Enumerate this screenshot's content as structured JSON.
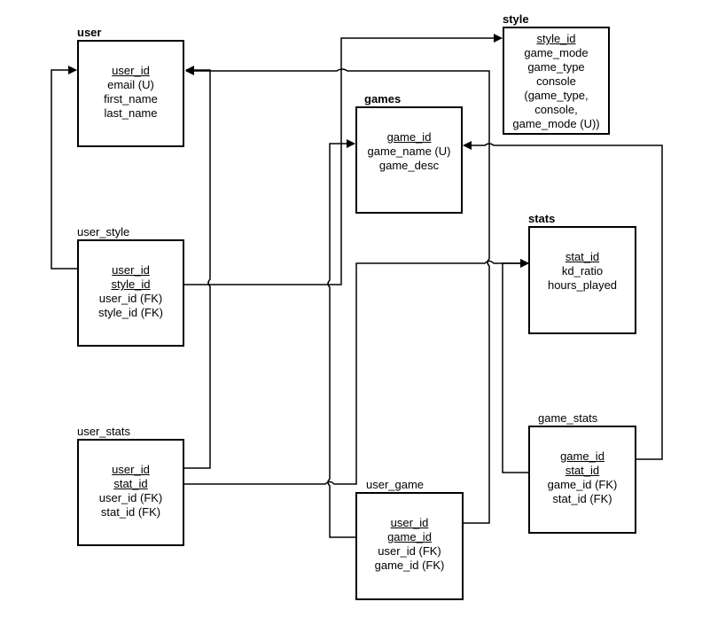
{
  "entities": {
    "user": {
      "title": "user",
      "fields": [
        "user_id",
        "email (U)",
        "first_name",
        "last_name"
      ]
    },
    "user_style": {
      "title": "user_style",
      "fields": [
        "user_id",
        "style_id",
        "user_id (FK)",
        "style_id (FK)"
      ]
    },
    "user_stats": {
      "title": "user_stats",
      "fields": [
        "user_id",
        "stat_id",
        "user_id (FK)",
        "stat_id (FK)"
      ]
    },
    "games": {
      "title": "games",
      "fields": [
        "game_id",
        "game_name (U)",
        "game_desc"
      ]
    },
    "style": {
      "title": "style",
      "fields": [
        "style_id",
        "game_mode",
        "game_type",
        "console",
        "(game_type,",
        "console,",
        "game_mode (U))"
      ]
    },
    "stats": {
      "title": "stats",
      "fields": [
        "stat_id",
        "kd_ratio",
        "hours_played"
      ]
    },
    "game_stats": {
      "title": "game_stats",
      "fields": [
        "game_id",
        "stat_id",
        "game_id (FK)",
        "stat_id (FK)"
      ]
    },
    "user_game": {
      "title": "user_game",
      "fields": [
        "user_id",
        "game_id",
        "user_id (FK)",
        "game_id (FK)"
      ]
    }
  },
  "line_color": "#000000"
}
